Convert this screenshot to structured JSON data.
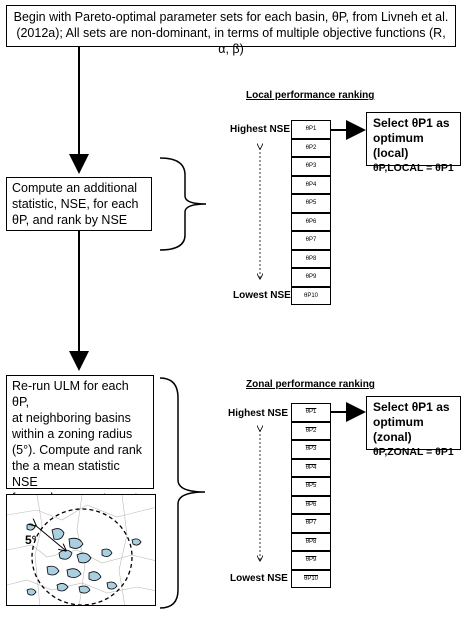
{
  "top_box": {
    "line1": "Begin with Pareto-optimal parameter sets for each basin, θP, from Livneh et al.",
    "line2": "(2012a); All sets are non-dominant, in terms of multiple objective functions (R, α, β)"
  },
  "compute_box": {
    "line1": "Compute an additional",
    "line2": "statistic, NSE, for each",
    "line3": "θP, and rank by NSE"
  },
  "local": {
    "title": "Local performance ranking",
    "highest": "Highest NSE",
    "lowest": "Lowest NSE",
    "cells": [
      "θP1",
      "θP2",
      "θP3",
      "θP4",
      "θP5",
      "θP6",
      "θP7",
      "θP8",
      "θP9",
      "θP10"
    ],
    "select_line1": "Select θP1 as",
    "select_line2": "optimum (local)",
    "select_line3": "θP,LOCAL = θP1"
  },
  "rerun_box": {
    "line1": "Re-run ULM for each θP,",
    "line2": "at neighboring basins",
    "line3": "within a zoning radius",
    "line4": "(5°). Compute and rank",
    "line5": "the a mean statistic NSE",
    "line6": "for each parameter set"
  },
  "map": {
    "radius_label": "5°"
  },
  "zonal": {
    "title": "Zonal performance ranking",
    "highest": "Highest NSE",
    "lowest": "Lowest NSE",
    "cells": [
      "θP1",
      "θP2",
      "θP3",
      "θP4",
      "θP5",
      "θP6",
      "θP7",
      "θP8",
      "θP9",
      "θP10"
    ],
    "select_line1": "Select θP1 as",
    "select_line2": "optimum (zonal)",
    "select_line3": "θP,ZONAL = θP1"
  },
  "colors": {
    "basin_fill": "#a9cfe0",
    "line": "#000000"
  }
}
